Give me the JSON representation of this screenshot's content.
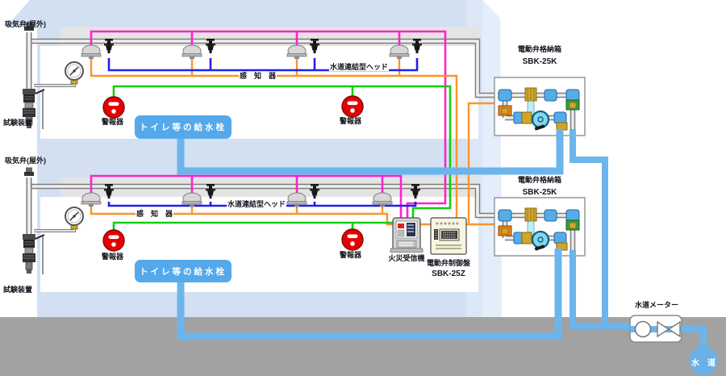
{
  "diagram": {
    "labels": {
      "intake_valve": "吸気弁(屋外)",
      "test_device": "試験装置",
      "detector_line": "感　知　器",
      "sprinkler_head_line": "水道連結型ヘッド",
      "alarm": "警報器",
      "toilet_tap": "トイレ等の給水栓",
      "valve_box": "電動弁格納箱",
      "valve_box_model": "SBK-25K",
      "fire_receiver": "火災受信機",
      "valve_control_panel": "電動弁制御盤",
      "valve_control_panel_model": "SBK-25Z",
      "water_meter": "水道メーター",
      "water_main": "水　道"
    },
    "colors": {
      "building": "#d2e0f2",
      "ground": "#a2a2a2",
      "ceiling_band": "#e4e4e4",
      "water_pipe": "#6cb5ec",
      "supply_pipe_gray": "#7d7d7d",
      "detector_wire_magenta": "#ff22cc",
      "detector_loop_orange": "#ff9326",
      "alarm_wire_green": "#10d010",
      "head_pipe_blue": "#2020e8",
      "alarm_red": "#e60000",
      "toilet_box_blue": "#55a9ea",
      "brass": "#cfa52c"
    }
  }
}
